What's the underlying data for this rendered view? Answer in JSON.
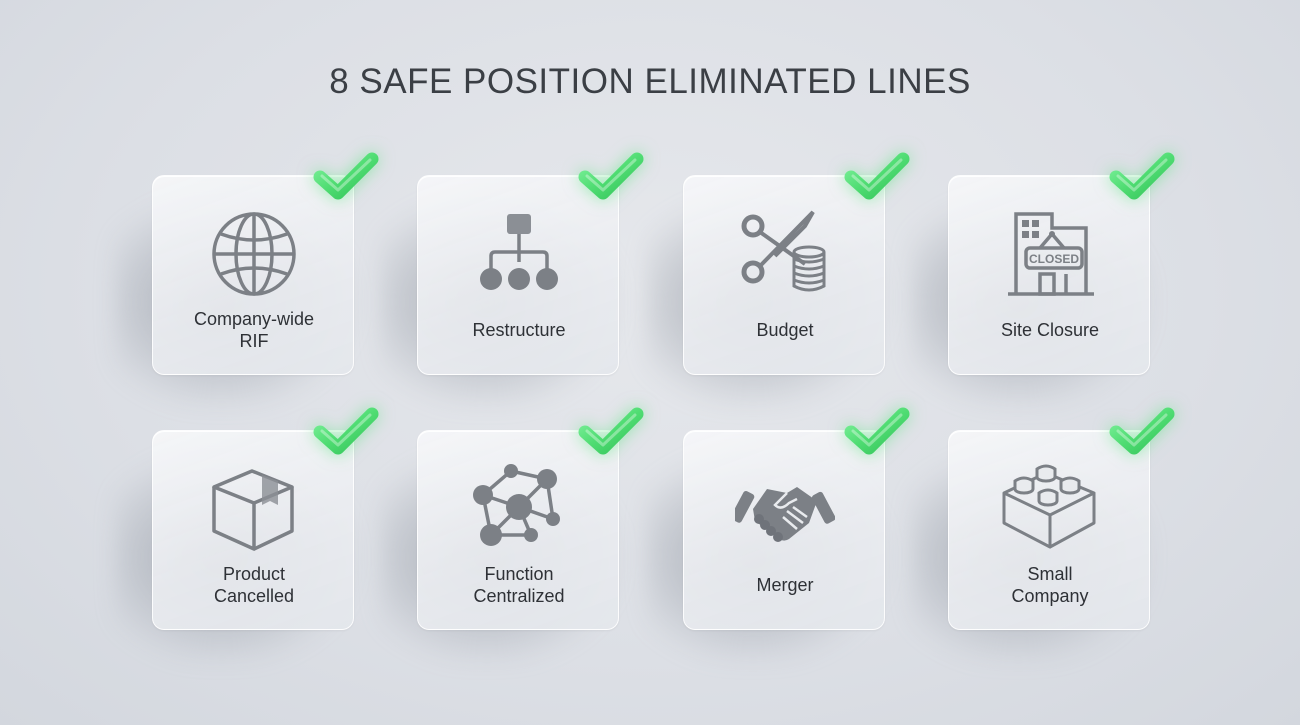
{
  "title": "8 SAFE POSITION ELIMINATED LINES",
  "colors": {
    "background": "#dfe2e7",
    "card": "#eceef1",
    "icon": "#7c8086",
    "text": "#2e3136",
    "check": "#4fd96e"
  },
  "cards": [
    {
      "label_line1": "Company-wide",
      "label_line2": "RIF",
      "icon": "globe-icon",
      "checked": true
    },
    {
      "label_line1": "Restructure",
      "label_line2": "",
      "icon": "org-chart-icon",
      "checked": true
    },
    {
      "label_line1": "Budget",
      "label_line2": "",
      "icon": "scissors-coins-icon",
      "checked": true
    },
    {
      "label_line1": "Site Closure",
      "label_line2": "",
      "icon": "closed-building-icon",
      "checked": true
    },
    {
      "label_line1": "Product",
      "label_line2": "Cancelled",
      "icon": "box-icon",
      "checked": true
    },
    {
      "label_line1": "Function",
      "label_line2": "Centralized",
      "icon": "network-icon",
      "checked": true
    },
    {
      "label_line1": "Merger",
      "label_line2": "",
      "icon": "handshake-icon",
      "checked": true
    },
    {
      "label_line1": "Small",
      "label_line2": "Company",
      "icon": "brick-icon",
      "checked": true
    }
  ],
  "site_closure_sign": "CLOSED"
}
